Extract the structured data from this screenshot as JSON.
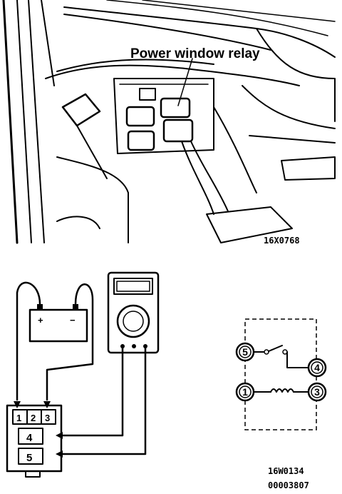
{
  "top_figure": {
    "callout": "Power window relay",
    "code": "16X0768"
  },
  "test_figure": {
    "battery": {
      "plus": "+",
      "minus": "−"
    },
    "relay_terminals_top": [
      "1",
      "2",
      "3"
    ],
    "relay_terminals": [
      "4",
      "5"
    ],
    "code": "16W0134"
  },
  "schematic": {
    "terminals": [
      "5",
      "4",
      "1",
      "3"
    ]
  },
  "doc_code": "00003807"
}
